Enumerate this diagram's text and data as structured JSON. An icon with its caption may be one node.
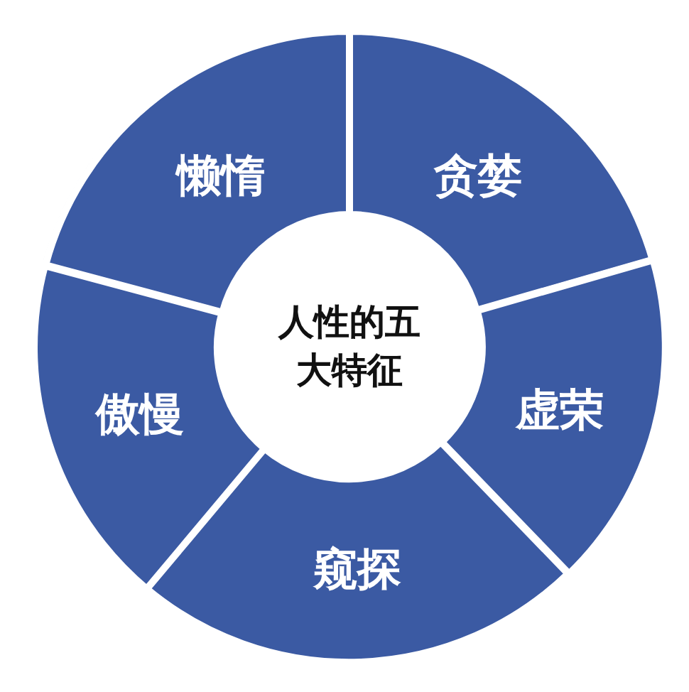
{
  "diagram": {
    "nodes": [
      {
        "text": [
          "人性的五大特征"
        ]
      },
      {
        "text": [
          "懒惰"
        ]
      },
      {
        "text": [
          "贪婪"
        ]
      },
      {
        "text": [
          "虚荣"
        ]
      },
      {
        "text": [
          "窥探"
        ]
      },
      {
        "text": [
          "傲慢"
        ]
      }
    ]
  }
}
